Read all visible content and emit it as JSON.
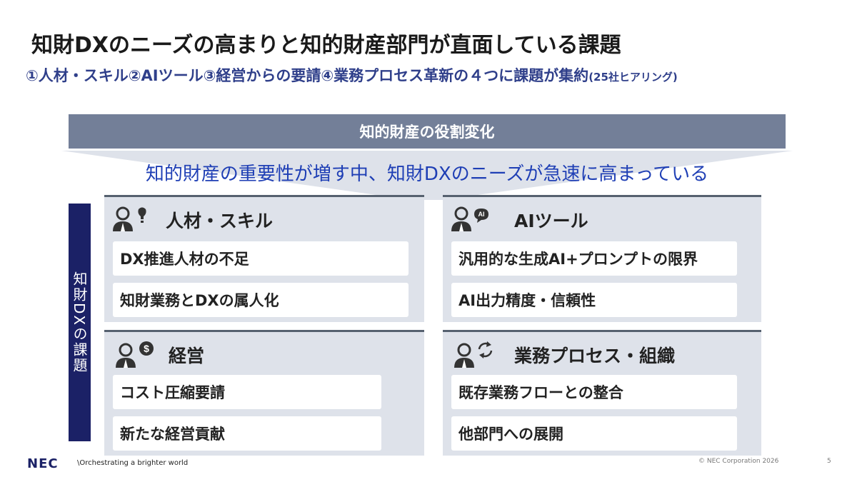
{
  "title": "知財DXのニーズの高まりと知的財産部門が直面している課題",
  "subtitle": {
    "main": "①人材・スキル②AIツール③経営からの要請④業務プロセス革新の４つに課題が集約",
    "note": "(25社ヒアリング)"
  },
  "banner": {
    "label": "知的財産の役割変化",
    "text": "知的財産の重要性が増す中、知財DXのニーズが急速に高まっている",
    "color": "#737f98"
  },
  "side_label": "知財DXの課題",
  "panels": [
    {
      "title": "人材・スキル",
      "icon": "person-lightbulb-icon",
      "items": [
        "DX推進人材の不足",
        "知財業務とDXの属人化"
      ]
    },
    {
      "title": "AIツール",
      "icon": "person-ai-icon",
      "items": [
        "汎用的な生成AI+プロンプトの限界",
        "AI出力精度・信頼性"
      ]
    },
    {
      "title": "経営",
      "icon": "person-dollar-icon",
      "items": [
        "コスト圧縮要請",
        "新たな経営貢献"
      ]
    },
    {
      "title": "業務プロセス・組織",
      "icon": "person-cycle-icon",
      "items": [
        "既存業務フローとの整合",
        "他部門への展開"
      ]
    }
  ],
  "footer": {
    "logo": "NEC",
    "tagline": "\\Orchestrating a brighter world",
    "copyright": "© NEC Corporation 2026",
    "page": "5"
  },
  "colors": {
    "accent_blue": "#1f3fb5",
    "navy": "#1b2166",
    "panel_bg": "#dee2ea",
    "panel_border": "#56616f"
  }
}
